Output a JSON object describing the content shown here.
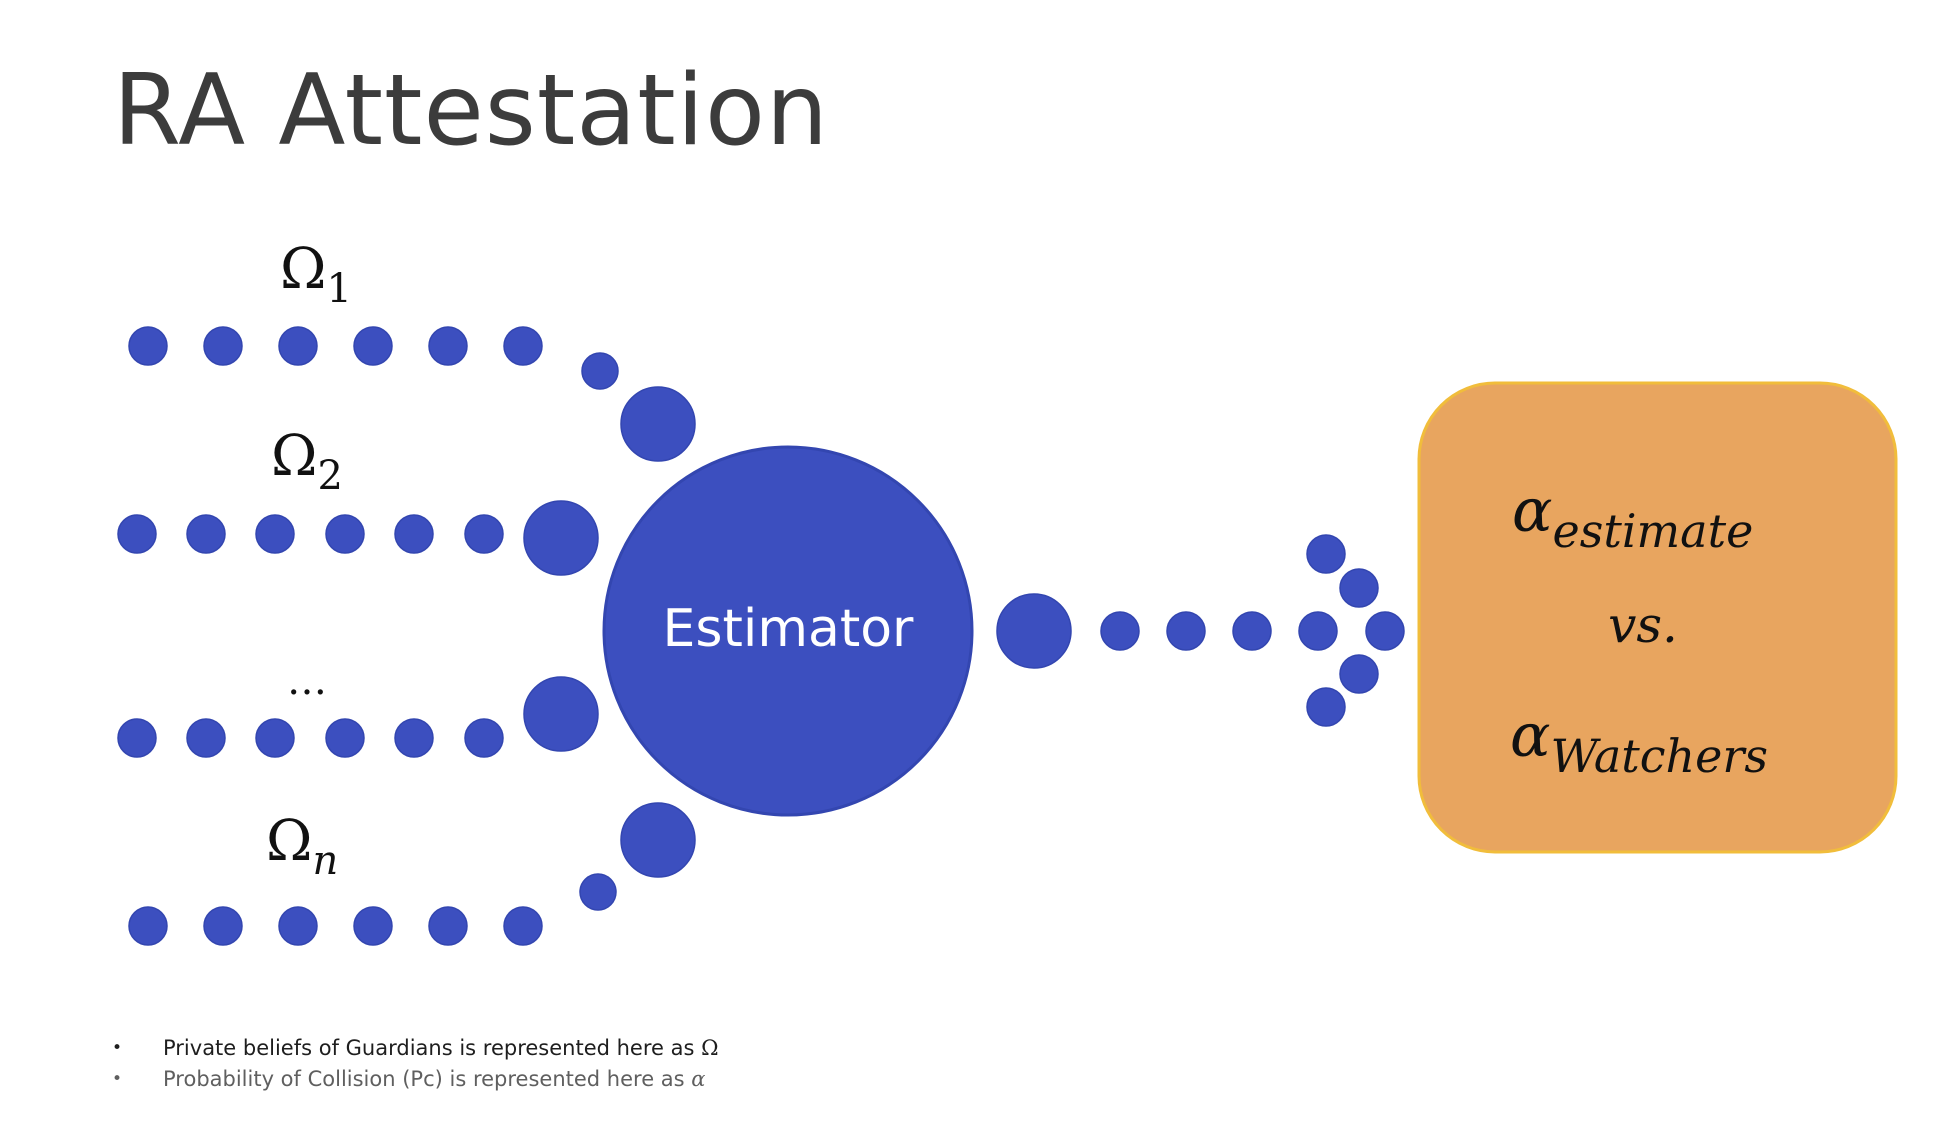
{
  "title": "RA Attestation",
  "colors": {
    "node_blue": "#3c4fbf",
    "node_outline": "#3346b0",
    "output_box_fill": "#e8a55f",
    "output_box_border": "#f1bd3b",
    "title_text": "#3c3c3c",
    "node_text": "#ffffff"
  },
  "diagram": {
    "inputs": [
      {
        "symbol": "Ω",
        "subscript": "1"
      },
      {
        "symbol": "Ω",
        "subscript": "2"
      },
      {
        "symbol": "…",
        "subscript": ""
      },
      {
        "symbol": "Ω",
        "subscript": "n"
      }
    ],
    "center_node": {
      "label": "Estimator"
    },
    "output_box": {
      "line1": {
        "symbol": "α",
        "subscript": "estimate"
      },
      "line2": {
        "text": "vs."
      },
      "line3": {
        "symbol": "α",
        "subscript": "Watchers"
      }
    }
  },
  "notes": [
    {
      "text": "Private beliefs of Guardians is represented here as ",
      "symbol": "Ω"
    },
    {
      "text": "Probability of Collision (Pc) is represented here as ",
      "symbol": "α"
    }
  ]
}
